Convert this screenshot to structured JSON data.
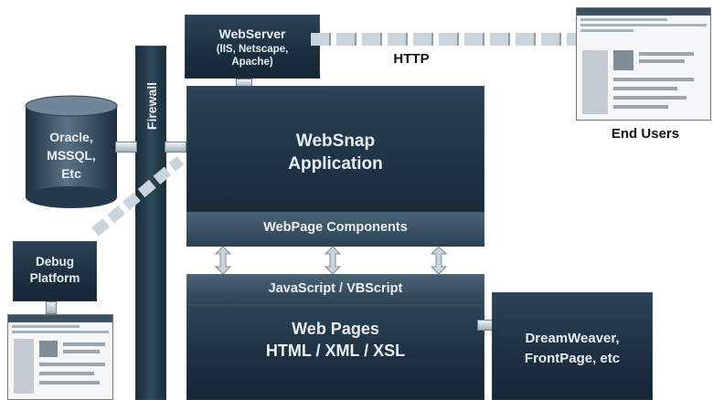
{
  "webserver": {
    "title": "WebServer",
    "detail": "(IIS, Netscape,\nApache)"
  },
  "http_label": "HTTP",
  "end_users_label": "End Users",
  "database": {
    "label": "Oracle,\nMSSQL,\nEtc"
  },
  "firewall_label": "Firewall",
  "websnap": {
    "label": "WebSnap\nApplication",
    "components": "WebPage Components"
  },
  "scripts_label": "JavaScript / VBScript",
  "webpages": {
    "label": "Web Pages\nHTML / XML / XSL"
  },
  "editors_label": "DreamWeaver,\nFrontPage, etc",
  "debug": {
    "label": "Debug\nPlatform"
  }
}
